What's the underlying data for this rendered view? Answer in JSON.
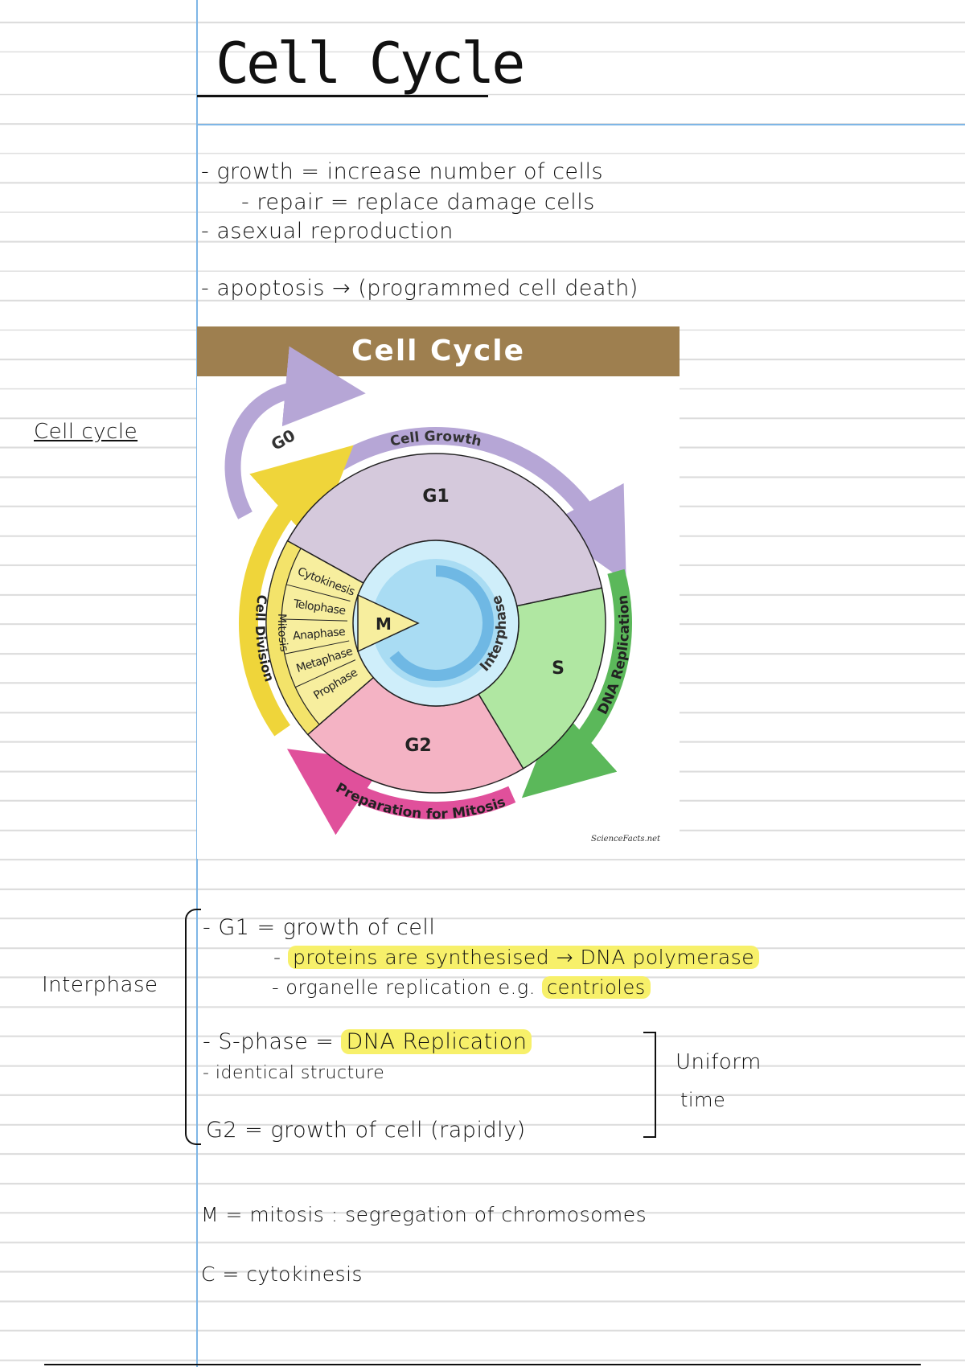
{
  "title": "Cell Cycle",
  "side_labels": {
    "cell_cycle": "Cell cycle",
    "interphase": "Interphase"
  },
  "intro_notes": [
    "- growth = increase number of cells",
    "- repair = replace damage cells",
    "- asexual reproduction",
    "- apoptosis → (programmed cell death)"
  ],
  "diagram": {
    "header": "Cell Cycle",
    "phases": {
      "g1": "G1",
      "s": "S",
      "g2": "G2",
      "m": "M",
      "g0": "G0"
    },
    "arcs": {
      "cell_growth": "Cell Growth",
      "dna_replication": "DNA Replication",
      "preparation": "Preparation for Mitosis",
      "cell_division": "Cell Division",
      "mitosis": "Mitosis",
      "interphase": "Interphase"
    },
    "mitosis_stages": [
      "Cytokinesis",
      "Telophase",
      "Anaphase",
      "Metaphase",
      "Prophase"
    ],
    "credit": "ScienceFacts.net",
    "colors": {
      "header": "#9e7f4f",
      "g1": "#d5c9dc",
      "s": "#b0e7a2",
      "g2": "#f4b3c4",
      "m": "#f7ee9e",
      "purple": "#b6a6d6",
      "green": "#5bb85a",
      "pink": "#e0509b",
      "yellow": "#efd53a",
      "inner_blue": "#a9dcf3"
    }
  },
  "interphase_notes": {
    "g1": "- G1 = growth of cell",
    "g1_proteins_prefix": "-",
    "g1_proteins": "proteins are synthesised → DNA polymerase",
    "g1_organelle": "- organelle replication e.g.",
    "g1_centrioles": "centrioles",
    "s_prefix": "- S-phase =",
    "s_value": "DNA Replication",
    "s_detail": "- identical structure",
    "g2": "G2 = growth of cell (rapidly)",
    "uniform_1": "Uniform",
    "uniform_2": "time"
  },
  "m_note": "M = mitosis : segregation of chromosomes",
  "c_note": "C = cytokinesis"
}
